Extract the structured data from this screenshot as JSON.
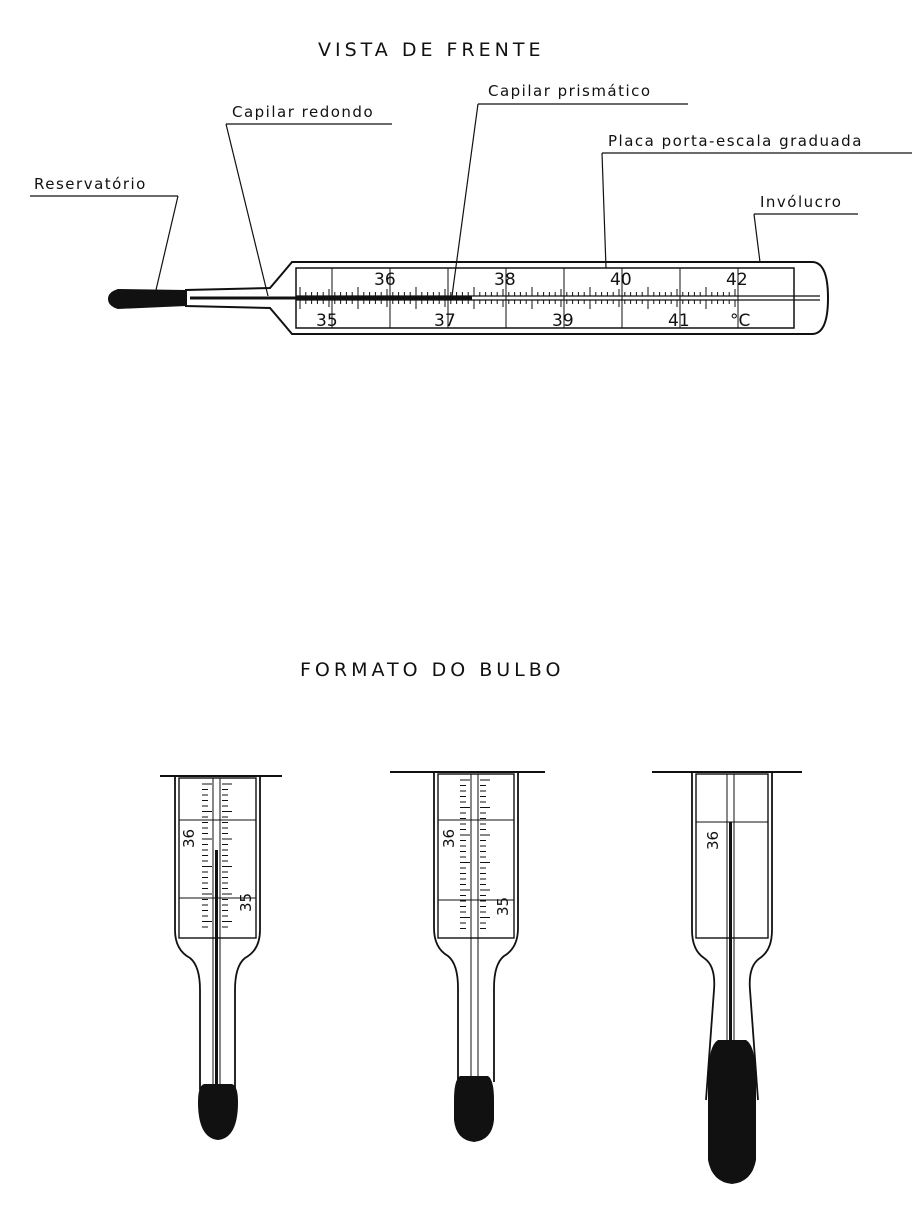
{
  "front_view": {
    "title": "VISTA DE FRENTE",
    "labels": {
      "reservoir": "Reservatório",
      "round_capillary": "Capilar redondo",
      "prismatic_capillary": "Capilar prismático",
      "graduated_plate": "Placa porta-escala graduada",
      "casing": "Invólucro"
    },
    "scale_upper": [
      "36",
      "38",
      "40",
      "42"
    ],
    "scale_lower": [
      "35",
      "37",
      "39",
      "41"
    ],
    "unit": "°C"
  },
  "bulb_shapes": {
    "title": "FORMATO DO BULBO",
    "variant_1": {
      "upper": "36",
      "lower": "35"
    },
    "variant_2": {
      "upper": "36",
      "lower": "35"
    },
    "variant_3": {
      "upper": "36"
    }
  },
  "colors": {
    "ink": "#111111",
    "paper": "#ffffff"
  }
}
